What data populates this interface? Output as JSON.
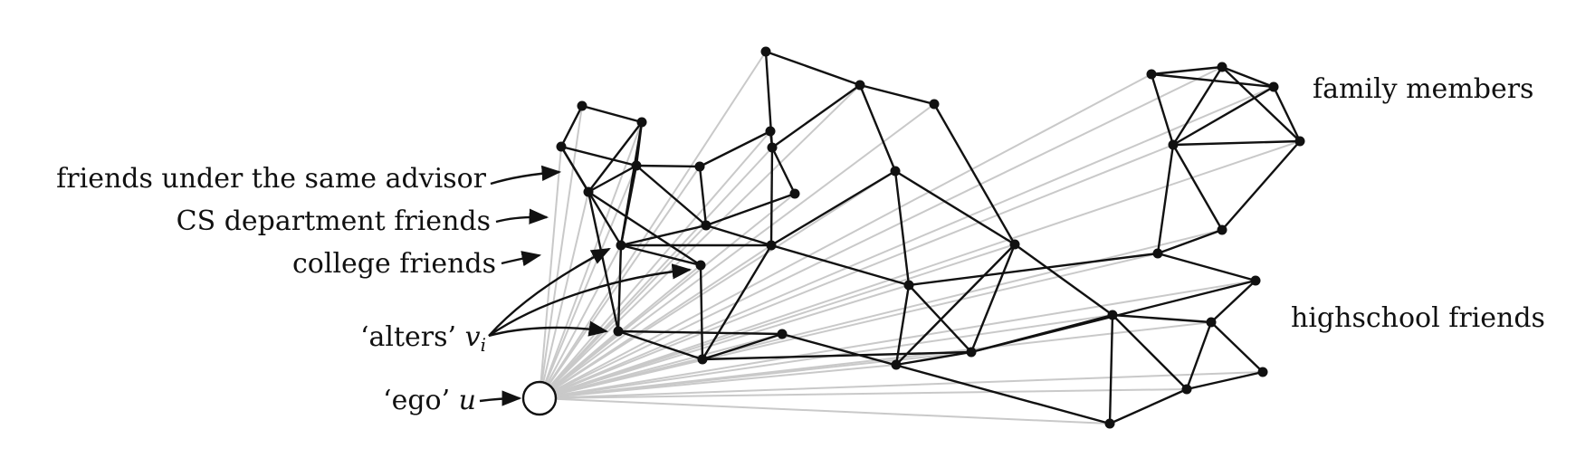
{
  "labels": {
    "family": "family members",
    "advisor": "friends under the same advisor",
    "cs": "CS department friends",
    "college": "college friends",
    "alters_prefix": "‘alters’",
    "alters_var": "v",
    "alters_sub": "i",
    "highschool": "highschool friends",
    "ego_prefix": "‘ego’",
    "ego_var": "u"
  }
}
